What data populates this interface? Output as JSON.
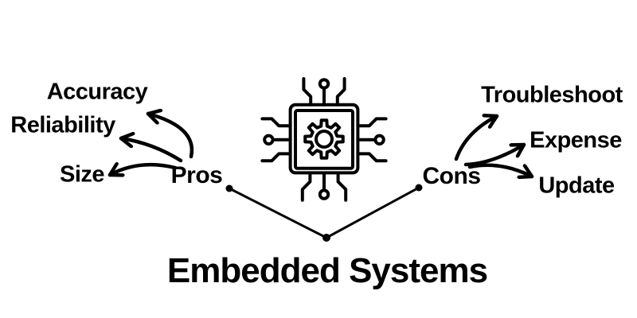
{
  "diagram": {
    "title": "Embedded Systems",
    "center": {
      "icon": "microchip-gear-icon"
    },
    "pros": {
      "label": "Pros",
      "items": [
        {
          "label": "Accuracy"
        },
        {
          "label": "Reliability"
        },
        {
          "label": "Size"
        }
      ]
    },
    "cons": {
      "label": "Cons",
      "items": [
        {
          "label": "Troubleshoot"
        },
        {
          "label": "Expense"
        },
        {
          "label": "Update"
        }
      ]
    },
    "colors": {
      "ink": "#000000",
      "background": "#ffffff"
    }
  }
}
